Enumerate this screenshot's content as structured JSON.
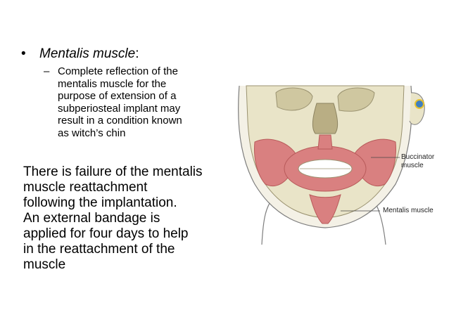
{
  "bullet": {
    "symbol": "•",
    "title": "Mentalis muscle",
    "suffix": ":"
  },
  "sub_bullet": {
    "symbol": "–",
    "lines": [
      "Complete reflection of the",
      "mentalis muscle for the",
      "purpose of extension of a",
      "subperiosteal implant may",
      "result in a condition known",
      "as witch’s chin"
    ]
  },
  "paragraph": {
    "lines": [
      "There is failure of the mentalis",
      "muscle reattachment",
      "following the implantation.",
      "An external bandage is",
      "applied for four days to help",
      "in the reattachment of the",
      "muscle"
    ]
  },
  "figure": {
    "label_buccinator_1": "Buccinator",
    "label_buccinator_2": "muscle",
    "label_mentalis": "Mentalis muscle"
  },
  "colors": {
    "bone": "#e9e4c8",
    "bone_shade": "#cfc7a0",
    "muscle": "#d98080",
    "muscle_dark": "#b85a5a",
    "skin_outline": "#7d7d7d"
  }
}
